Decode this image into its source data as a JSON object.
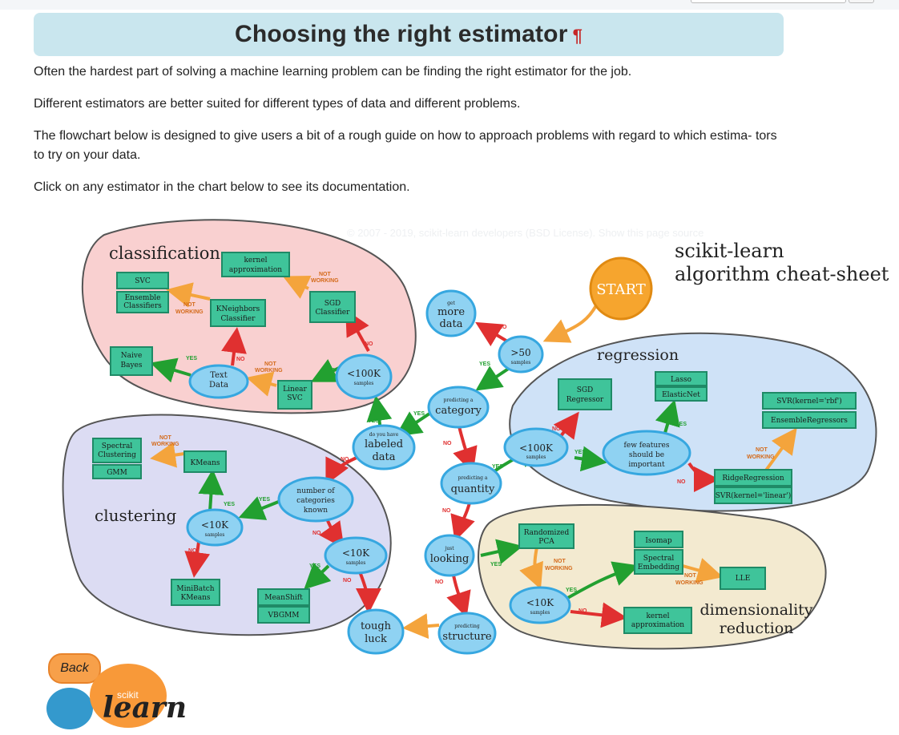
{
  "header": {
    "title": "Choosing the right estimator",
    "anchor": "¶"
  },
  "intro": [
    "Often the hardest part of solving a machine learning problem can be finding the right estimator for the job.",
    "Different estimators are better suited for different types of data and different problems.",
    "The flowchart below is designed to give users a bit of a rough guide on how to approach problems with regard to which estima- tors to try on your data.",
    "Click on any estimator in the chart below to see its documentation."
  ],
  "footer_faint": "© 2007 - 2019, scikit-learn developers (BSD License). Show this page source",
  "cheatsheet": {
    "title_line1": "scikit-learn",
    "title_line2": "algorithm cheat-sheet",
    "start": "START",
    "regions": {
      "classification": "classification",
      "clustering": "clustering",
      "regression": "regression",
      "dimred_line1": "dimensionality",
      "dimred_line2": "reduction"
    },
    "decisions": {
      "more_data_small": "get",
      "more_data": "more data",
      "gt50": ">50",
      "gt50_small": "samples",
      "category_small": "predicting a",
      "category": "category",
      "labeled_small": "do you have",
      "labeled": "labeled data",
      "quantity_small": "predicting a",
      "quantity": "quantity",
      "looking_small": "just",
      "looking": "looking",
      "structure_small": "predicting",
      "structure": "structure",
      "tough_luck": "tough luck",
      "cls_100k": "<100K",
      "cls_100k_small": "samples",
      "text_data": "Text Data",
      "num_categories": "number of categories known",
      "clu_10k_left": "<10K",
      "clu_10k_left_small": "samples",
      "clu_10k_right": "<10K",
      "clu_10k_right_small": "samples",
      "reg_100k": "<100K",
      "reg_100k_small": "samples",
      "few_features": "few features should be important",
      "dim_10k": "<10K",
      "dim_10k_small": "samples"
    },
    "estimators": {
      "svc": "SVC",
      "ensemble_classifiers": "Ensemble Classifiers",
      "kernel_approx_cls": "kernel approximation",
      "kneighbors": "KNeighbors Classifier",
      "sgd_classifier": "SGD Classifier",
      "naive_bayes": "Naive Bayes",
      "linear_svc": "Linear SVC",
      "spectral_clustering": "Spectral Clustering",
      "gmm": "GMM",
      "kmeans": "KMeans",
      "minibatch_kmeans": "MiniBatch KMeans",
      "meanshift": "MeanShift",
      "vbgmm": "VBGMM",
      "sgd_regressor": "SGD Regressor",
      "lasso": "Lasso",
      "elasticnet": "ElasticNet",
      "svr_rbf": "SVR(kernel='rbf')",
      "ensemble_regressors": "EnsembleRegressors",
      "ridge": "RidgeRegression",
      "svr_linear": "SVR(kernel='linear')",
      "randomized_pca": "Randomized PCA",
      "isomap": "Isomap",
      "spectral_embedding": "Spectral Embedding",
      "lle": "LLE",
      "kernel_approx_dim": "kernel approximation"
    },
    "edge_labels": {
      "yes": "YES",
      "no": "NO",
      "not_working": "NOT WORKING"
    }
  },
  "back_button": "Back",
  "logo": {
    "small": "scikit",
    "large": "learn"
  },
  "colors": {
    "classification_bg": "#f9d0d0",
    "clustering_bg": "#dcdcf3",
    "regression_bg": "#cfe2f7",
    "dimred_bg": "#f3ead0",
    "estimator_box": "#3fc49a",
    "decision_fill": "#8fd2f2",
    "decision_stroke": "#36a7e0",
    "start_fill": "#f6a52e",
    "arrow_yes": "#22a030",
    "arrow_no": "#e03030",
    "arrow_not_working": "#f4a43c",
    "title_bg": "#c9e6ee"
  }
}
